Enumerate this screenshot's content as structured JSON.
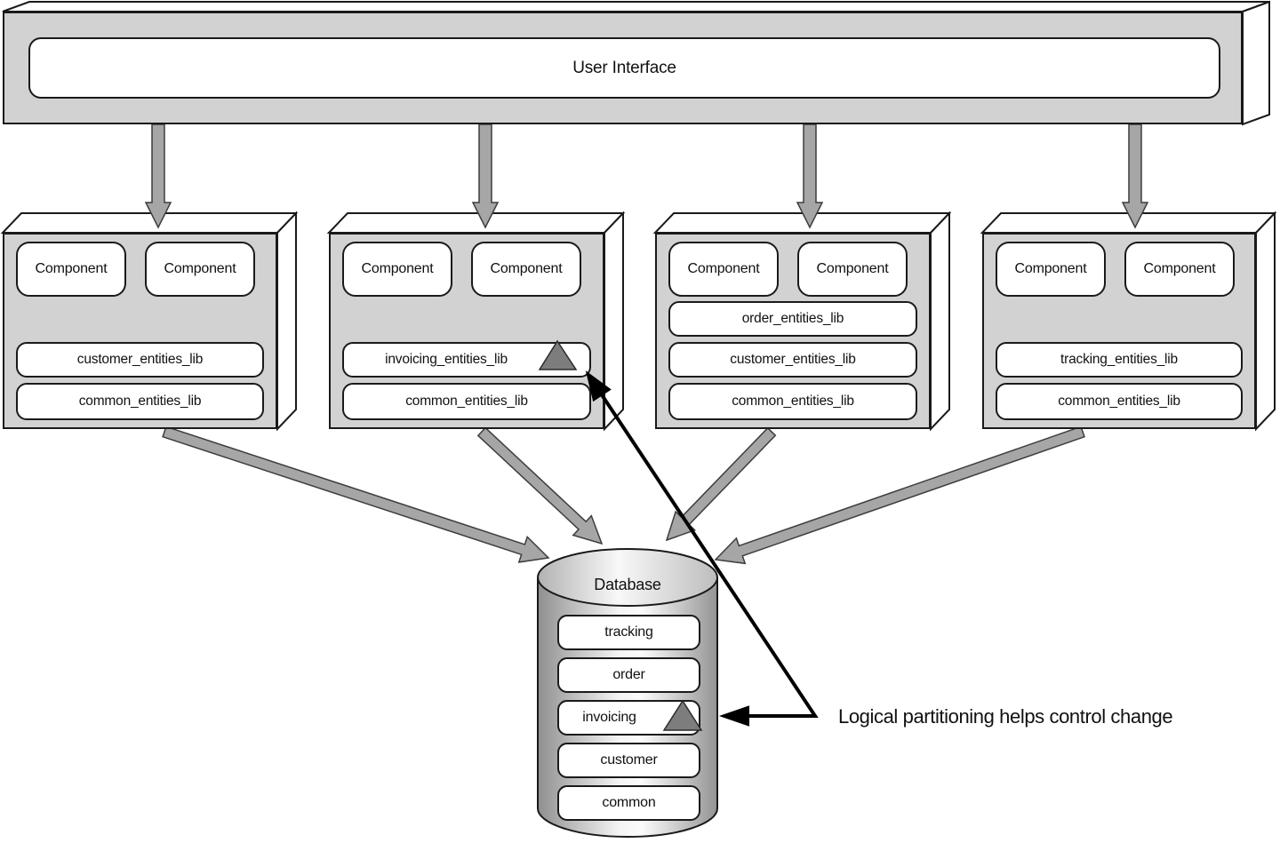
{
  "ui": {
    "label": "User Interface"
  },
  "modules": [
    {
      "components": [
        "Component",
        "Component"
      ],
      "libs": [
        {
          "label": "customer_entities_lib",
          "marker": false
        },
        {
          "label": "common_entities_lib",
          "marker": false
        }
      ]
    },
    {
      "components": [
        "Component",
        "Component"
      ],
      "libs": [
        {
          "label": "invoicing_entities_lib",
          "marker": true
        },
        {
          "label": "common_entities_lib",
          "marker": false
        }
      ]
    },
    {
      "components": [
        "Component",
        "Component"
      ],
      "libs": [
        {
          "label": "order_entities_lib",
          "marker": false
        },
        {
          "label": "customer_entities_lib",
          "marker": false
        },
        {
          "label": "common_entities_lib",
          "marker": false
        }
      ]
    },
    {
      "components": [
        "Component",
        "Component"
      ],
      "libs": [
        {
          "label": "tracking_entities_lib",
          "marker": false
        },
        {
          "label": "common_entities_lib",
          "marker": false
        }
      ]
    }
  ],
  "database": {
    "label": "Database",
    "partitions": [
      {
        "label": "tracking",
        "marker": false
      },
      {
        "label": "order",
        "marker": false
      },
      {
        "label": "invoicing",
        "marker": true
      },
      {
        "label": "customer",
        "marker": false
      },
      {
        "label": "common",
        "marker": false
      }
    ]
  },
  "annotation": {
    "label": "Logical partitioning helps control change"
  },
  "colors": {
    "box_fill": "#d2d2d2",
    "arrow_fill": "#a6a6a6",
    "marker_fill": "#7d7d7d",
    "line": "#1a1a1a"
  }
}
